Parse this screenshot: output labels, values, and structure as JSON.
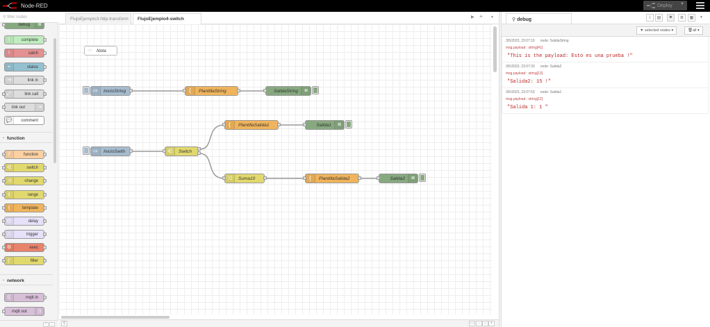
{
  "app": {
    "title": "Node-RED"
  },
  "header": {
    "deploy_label": "Deploy"
  },
  "palette": {
    "filter_placeholder": "filter nodes",
    "items_common": [
      {
        "label": "debug",
        "color": "#87a980"
      },
      {
        "label": "complete",
        "color": "#c0edc0"
      },
      {
        "label": "catch",
        "color": "#e49191"
      },
      {
        "label": "status",
        "color": "#94c1d0"
      },
      {
        "label": "link in",
        "color": "#dddddd"
      },
      {
        "label": "link call",
        "color": "#dddddd"
      },
      {
        "label": "link out",
        "color": "#dddddd"
      },
      {
        "label": "comment",
        "color": "#ffffff"
      }
    ],
    "category_function": "function",
    "items_function": [
      {
        "label": "function",
        "color": "#fdd0a2"
      },
      {
        "label": "switch",
        "color": "#e2d96e"
      },
      {
        "label": "change",
        "color": "#e2d96e"
      },
      {
        "label": "range",
        "color": "#e2d96e"
      },
      {
        "label": "template",
        "color": "#f0b45c"
      },
      {
        "label": "delay",
        "color": "#e6e0f8"
      },
      {
        "label": "trigger",
        "color": "#e6e0f8"
      },
      {
        "label": "exec",
        "color": "#e8826b"
      },
      {
        "label": "filter",
        "color": "#e2d96e"
      }
    ],
    "category_network": "network",
    "items_network": [
      {
        "label": "mqtt in",
        "color": "#d8bfd8"
      },
      {
        "label": "mqtt out",
        "color": "#d8bfd8"
      }
    ]
  },
  "workspace": {
    "tabs": [
      {
        "label": "FlujoEjemplo3-http-transform",
        "active": false
      },
      {
        "label": "FlujoEjemplo4-switch",
        "active": true
      }
    ],
    "nodes": {
      "nota": "Nota",
      "inicio_string": "InicioString",
      "plantilla_string": "PlantillaString",
      "salida_string": "SalidaString",
      "inicio_swith": "InicioSwith",
      "switch": "Switch",
      "plantilla_salida1": "PlantillaSalida1",
      "salida1": "Salida1",
      "suma10": "Suma10",
      "plantilla_salida2": "PlantillaSalida2",
      "salida2": "Salida2"
    }
  },
  "sidebar": {
    "tab_label": "debug",
    "filter_nodes_label": "selected nodes",
    "clear_label": "all",
    "messages": [
      {
        "timestamp": "3/5/2023, 23:07:19",
        "node": "node: SalidaString",
        "topic": "msg.payload : string[41]",
        "value": "\"This is the payload: Esto es una prueba !\""
      },
      {
        "timestamp": "3/5/2023, 23:07:33",
        "node": "node: Salida2",
        "topic": "msg.payload : string[13]",
        "value": "\"Salida2: 15 !\""
      },
      {
        "timestamp": "3/5/2023, 23:07:53",
        "node": "node: Salida1",
        "topic": "msg.payload : string[12]",
        "value": "\"Salida 1: 1 \""
      }
    ]
  }
}
